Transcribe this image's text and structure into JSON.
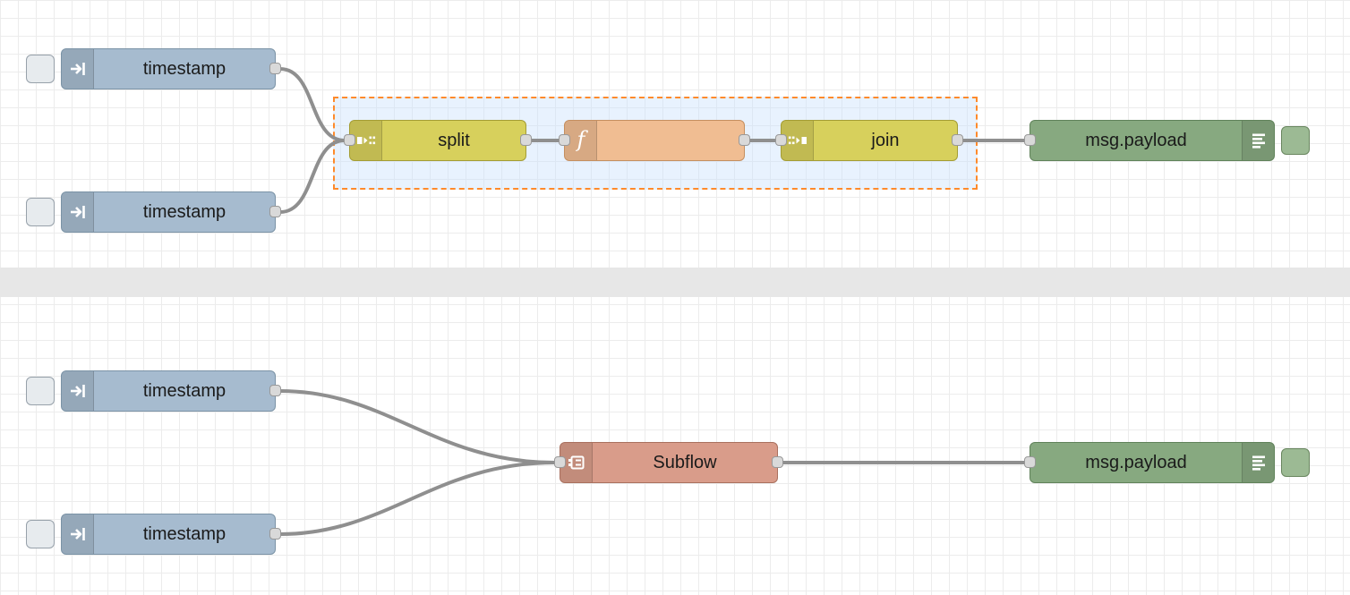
{
  "flow_top": {
    "inject1": {
      "label": "timestamp"
    },
    "inject2": {
      "label": "timestamp"
    },
    "split": {
      "label": "split"
    },
    "function": {
      "label": ""
    },
    "join": {
      "label": "join"
    },
    "debug": {
      "label": "msg.payload"
    }
  },
  "flow_bottom": {
    "inject1": {
      "label": "timestamp"
    },
    "inject2": {
      "label": "timestamp"
    },
    "subflow": {
      "label": "Subflow"
    },
    "debug": {
      "label": "msg.payload"
    }
  },
  "colors": {
    "inject_node": "#a6bbcf",
    "sequence_node": "#d7d05c",
    "function_node": "#f0bd92",
    "debug_node": "#87a980",
    "subflow_node": "#d99c8a",
    "selection_border": "#ff8a2b",
    "selection_fill": "#e3eefc",
    "wire": "#8f8f8f",
    "grid_line": "#ececec",
    "divider": "#e7e7e7",
    "port_fill": "#d9d9d9",
    "port_border": "#999999"
  }
}
